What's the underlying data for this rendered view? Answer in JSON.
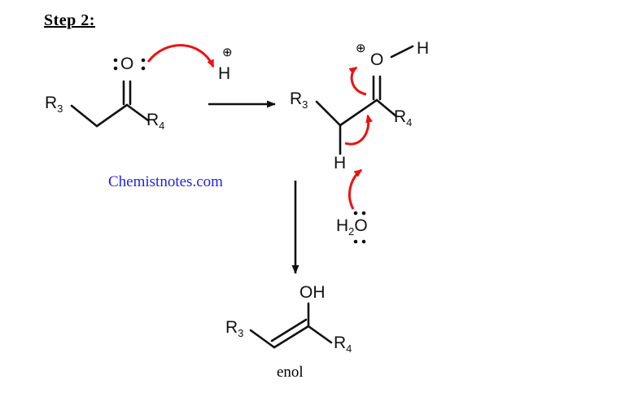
{
  "title": "Step 2:",
  "watermark": "Chemistnotes.com",
  "colors": {
    "bond": "#111111",
    "arrow_electron": "#ee1111",
    "watermark": "#2222e8",
    "background": "#ffffff"
  },
  "reactant": {
    "name": "ketone",
    "labels": {
      "oxygen": "O",
      "r3": "R",
      "r3_sub": "3",
      "r4": "R",
      "r4_sub": "4"
    },
    "lone_pairs": 2
  },
  "proton": {
    "label": "H",
    "charge": "⊕"
  },
  "reaction_arrow": {
    "direction": "right",
    "label": ""
  },
  "intermediate": {
    "name": "protonated-ketone",
    "labels": {
      "oxygen": "O",
      "charge": "⊕",
      "hydroxyl_h": "H",
      "alpha_h": "H",
      "r3": "R",
      "r3_sub": "3",
      "r4": "R",
      "r4_sub": "4"
    }
  },
  "water": {
    "formula_h": "H",
    "formula_sub": "2",
    "formula_o": "O",
    "lone_pairs": 2
  },
  "vertical_arrow": {
    "direction": "down"
  },
  "product": {
    "name": "enol",
    "label": "enol",
    "labels": {
      "hydroxyl": "OH",
      "r3": "R",
      "r3_sub": "3",
      "r4": "R",
      "r4_sub": "4"
    }
  },
  "electron_arrows": [
    {
      "name": "oxygen-lone-pair-to-proton"
    },
    {
      "name": "pi-bond-to-oxygen"
    },
    {
      "name": "alpha-ch-to-cc-bond"
    },
    {
      "name": "water-to-alpha-hydrogen"
    }
  ]
}
